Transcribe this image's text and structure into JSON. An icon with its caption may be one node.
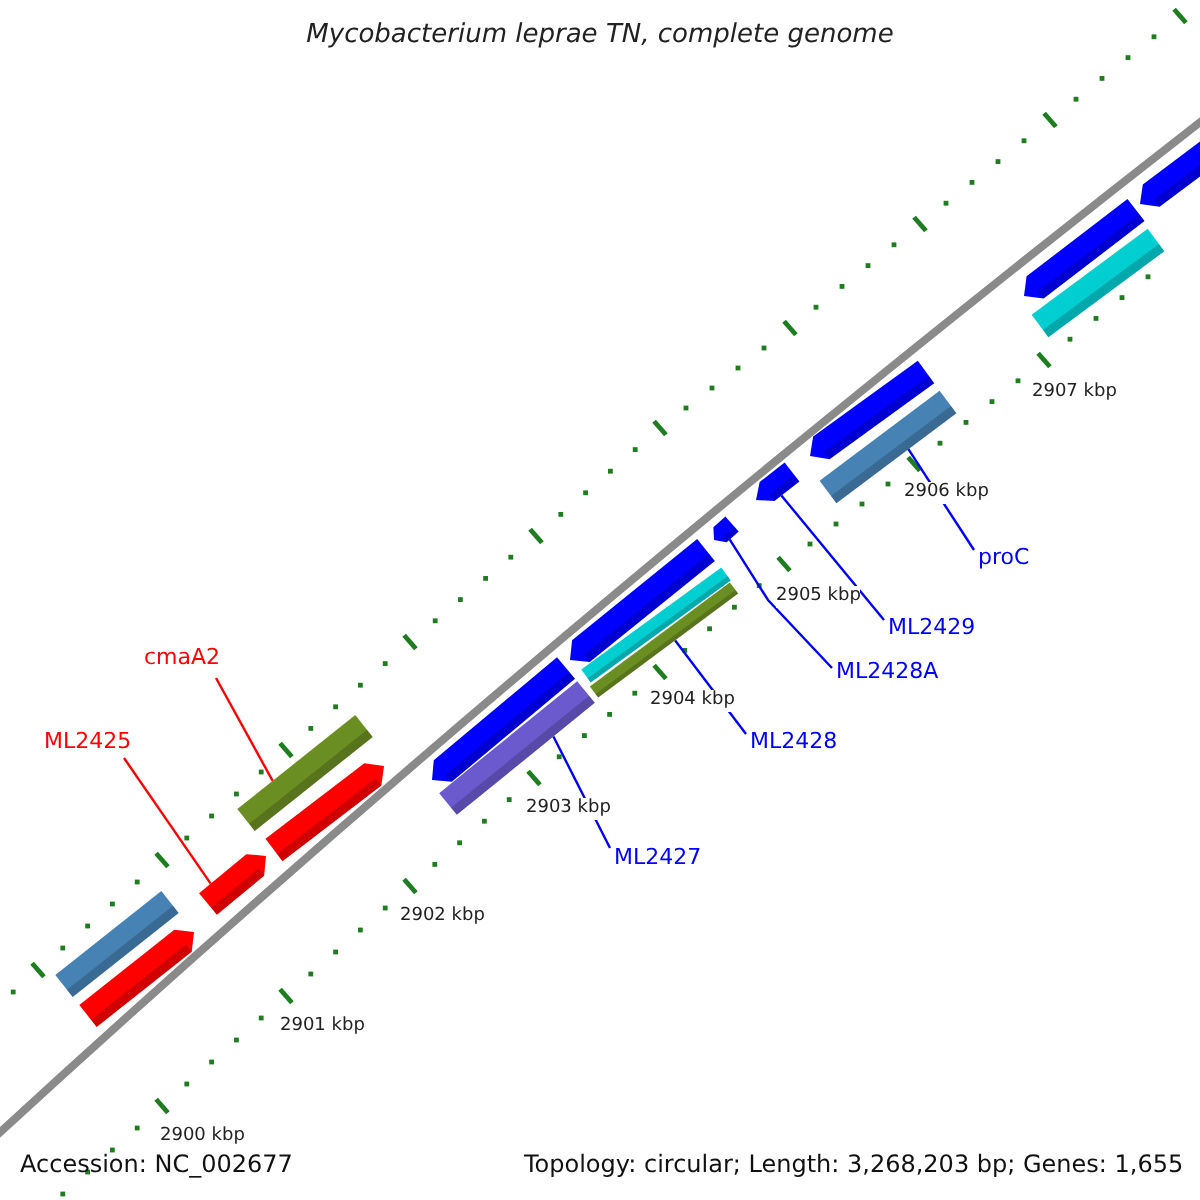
{
  "diagram": {
    "title": "Mycobacterium leprae TN, complete genome",
    "nodes": [
      {
        "text": [
          "cmaA2"
        ]
      },
      {
        "text": [
          "ML2425"
        ]
      },
      {
        "text": [
          "ML2427"
        ]
      },
      {
        "text": [
          "ML2428"
        ]
      },
      {
        "text": [
          "ML2428A"
        ]
      },
      {
        "text": [
          "ML2429"
        ]
      },
      {
        "text": [
          "proC"
        ]
      },
      {
        "text": [],
        "shape": "bar"
      },
      {
        "text": [],
        "shape": "bar"
      },
      {
        "text": [],
        "shape": "bar"
      },
      {
        "text": [],
        "shape": "bar"
      },
      {
        "text": [],
        "shape": "bar"
      },
      {
        "text": [],
        "shape": "bar"
      },
      {
        "text": [],
        "shape": "bar"
      },
      {
        "text": [],
        "shape": "bar"
      },
      {
        "text": [],
        "shape": "bar"
      },
      {
        "text": [],
        "shape": "bar"
      },
      {
        "text": [],
        "shape": "bar"
      },
      {
        "text": [],
        "shape": "bar"
      },
      {
        "text": [],
        "shape": "bar"
      },
      {
        "text": [],
        "shape": "bar"
      },
      {
        "text": [],
        "shape": "bar"
      },
      {
        "text": [],
        "shape": "bar"
      },
      {
        "text": [],
        "shape": "bar"
      }
    ],
    "edges": [
      {
        "from": 0,
        "to": 10,
        "arrow": "none",
        "color": "#ff0000"
      },
      {
        "from": 1,
        "to": 9,
        "arrow": "none",
        "color": "#ff0000"
      },
      {
        "from": 2,
        "to": 13,
        "arrow": "none"
      },
      {
        "from": 3,
        "to": 16,
        "arrow": "none"
      },
      {
        "from": 4,
        "to": 17,
        "arrow": "none"
      },
      {
        "from": 5,
        "to": 18,
        "arrow": "none"
      },
      {
        "from": 6,
        "to": 20,
        "arrow": "none"
      }
    ],
    "labels": [
      "2907 kbp",
      "2906 kbp",
      "2905 kbp",
      "2904 kbp",
      "2903 kbp",
      "2902 kbp",
      "2901 kbp",
      "2900 kbp",
      "Accession: NC_002677",
      "Topology: circular; Length: 3,268,203 bp; Genes: 1,655"
    ]
  }
}
